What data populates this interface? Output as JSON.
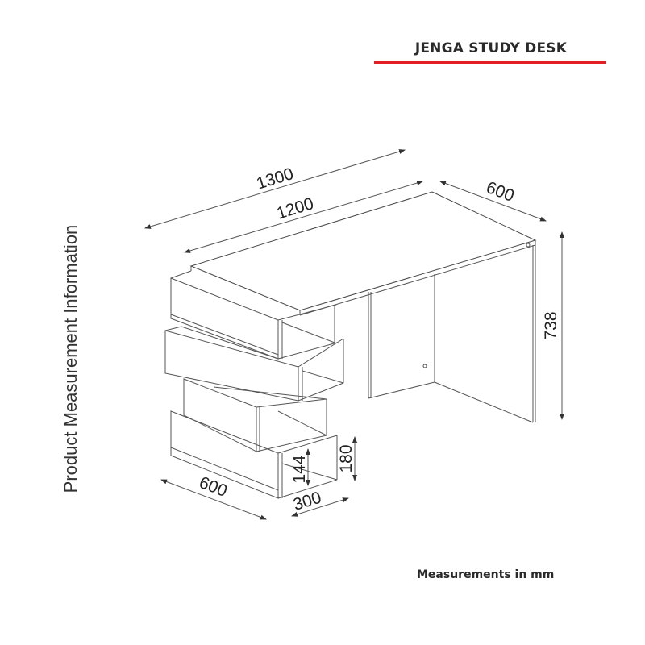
{
  "header": {
    "title": "JENGA STUDY DESK",
    "accent_color": "#e31e24"
  },
  "side_label": "Product Measurement Information",
  "footer": "Measurements in mm",
  "dimensions": {
    "total_width": "1300",
    "top_width": "1200",
    "top_depth": "600",
    "height": "738",
    "shelf_depth": "600",
    "shelf_width": "300",
    "shelf_outer_height": "180",
    "shelf_inner_height": "144"
  }
}
